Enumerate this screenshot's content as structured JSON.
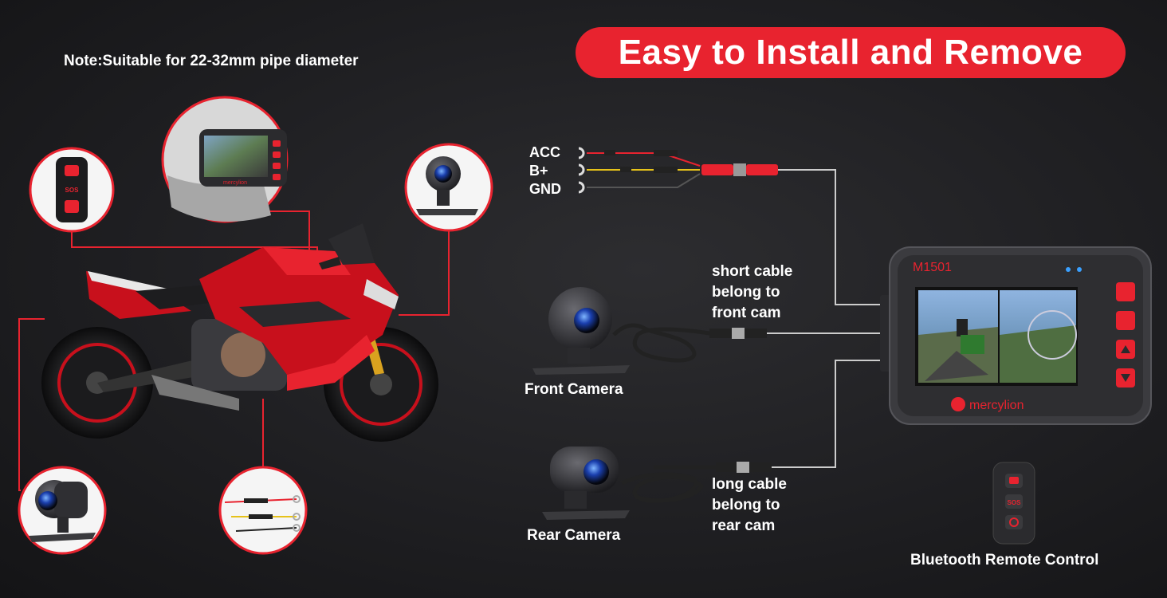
{
  "note": "Note:Suitable for 22-32mm pipe diameter",
  "banner": "Easy to Install and Remove",
  "wires": {
    "acc": "ACC",
    "bplus": "B+",
    "gnd": "GND"
  },
  "short_cable": [
    "short cable",
    "belong to",
    "front cam"
  ],
  "long_cable": [
    "long cable",
    "belong to",
    "rear cam"
  ],
  "front_camera": "Front Camera",
  "rear_camera": "Rear Camera",
  "remote": {
    "label": "Bluetooth Remote Control",
    "sos": "SOS"
  },
  "device": {
    "model": "M1501",
    "brand": "mercylion"
  },
  "colors": {
    "accent": "#e8232f",
    "bike_red": "#c8101c",
    "wire_yellow": "#e6c21a"
  }
}
